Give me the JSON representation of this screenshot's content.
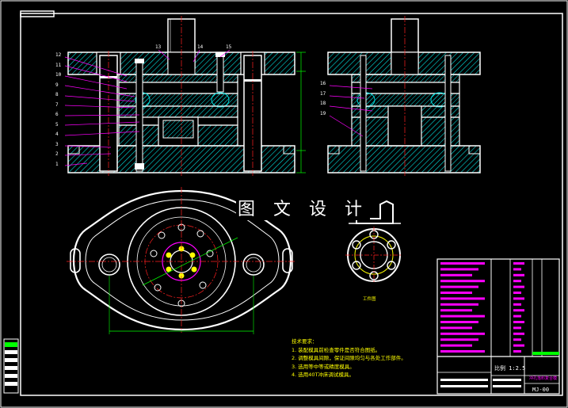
{
  "watermark": "图 文 设 计",
  "leaders": [
    "12",
    "11",
    "10",
    "9",
    "8",
    "7",
    "6",
    "5",
    "4",
    "3",
    "2",
    "1"
  ],
  "leaders_right": [
    "16",
    "17",
    "18",
    "19"
  ],
  "top_labels": [
    "13",
    "14",
    "15"
  ],
  "tech_notes": {
    "title": "技术要求：",
    "items": [
      "1. 装配模具前检查零件是否符合图纸。",
      "2. 调整模具间隙，保证间隙均匀与各处工作部件。",
      "3. 选用等中等或精度模具。",
      "4. 选用40T冲床调试模具。"
    ]
  },
  "sub_caption": "工件图",
  "title_block": {
    "scale_text": "比例 1:2.5",
    "drawing_no": "MJ-00",
    "name_text": "冲孔落料复合模"
  },
  "colors": {
    "outline": "#ffffff",
    "hatch": "#00e0e0",
    "leader": "#ff00ff",
    "center": "#ff2020",
    "dim": "#00ff00",
    "text": "#ffff00"
  }
}
